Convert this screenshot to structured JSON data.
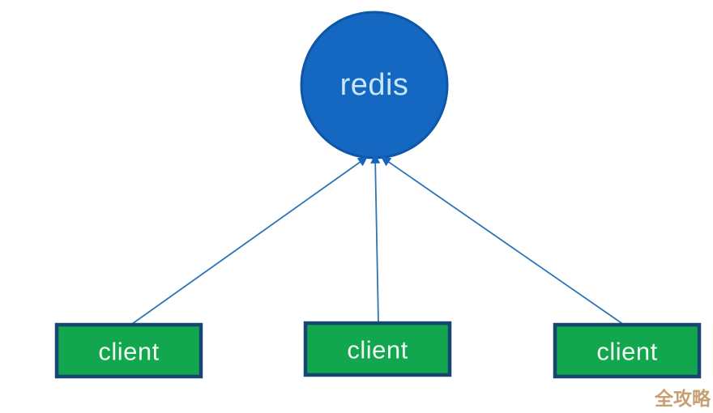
{
  "diagram": {
    "type": "architecture-diagram",
    "description": "One redis server node receiving arrows from three client nodes",
    "server": {
      "id": "redis",
      "label": "redis",
      "shape": "circle",
      "fill": "#1468C1",
      "border": "#0D57A6",
      "text_color": "#C9E5F8"
    },
    "clients": [
      {
        "id": "client-left",
        "label": "client"
      },
      {
        "id": "client-middle",
        "label": "client"
      },
      {
        "id": "client-right",
        "label": "client"
      }
    ],
    "client_style": {
      "shape": "rectangle",
      "fill": "#12A64E",
      "border": "#164672",
      "text_color": "#EFFBF3"
    },
    "edges": [
      {
        "from": "client-left",
        "to": "redis",
        "arrow": "into-redis"
      },
      {
        "from": "client-middle",
        "to": "redis",
        "arrow": "into-redis"
      },
      {
        "from": "client-right",
        "to": "redis",
        "arrow": "into-redis"
      }
    ],
    "edge_style": {
      "line_color": "#2E75B6",
      "arrowhead_color": "#1464BE"
    }
  },
  "watermark": {
    "text": "全攻略",
    "color": "#C79F72"
  }
}
